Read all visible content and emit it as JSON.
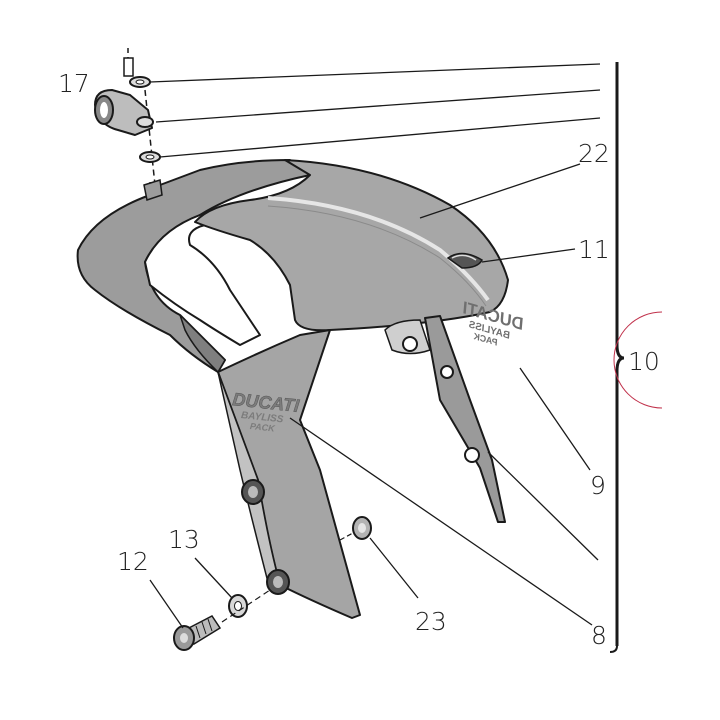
{
  "callouts": {
    "c17": "17",
    "c22": "22",
    "c11": "11",
    "c10": "10",
    "c9": "9",
    "c8": "8",
    "c12": "12",
    "c13": "13",
    "c23": "23"
  },
  "decals": {
    "main": [
      "DUCATI",
      "BAYLISS",
      "PACK"
    ],
    "side": [
      "DUCATI",
      "BAYLISS",
      "PACK"
    ]
  },
  "colors": {
    "fender_body": "#a9a9a9",
    "fender_shadow": "#8e8e8e",
    "fender_top": "#c7c7c7",
    "line": "#1a1a1a",
    "highlight_circle": "#c0304a"
  }
}
